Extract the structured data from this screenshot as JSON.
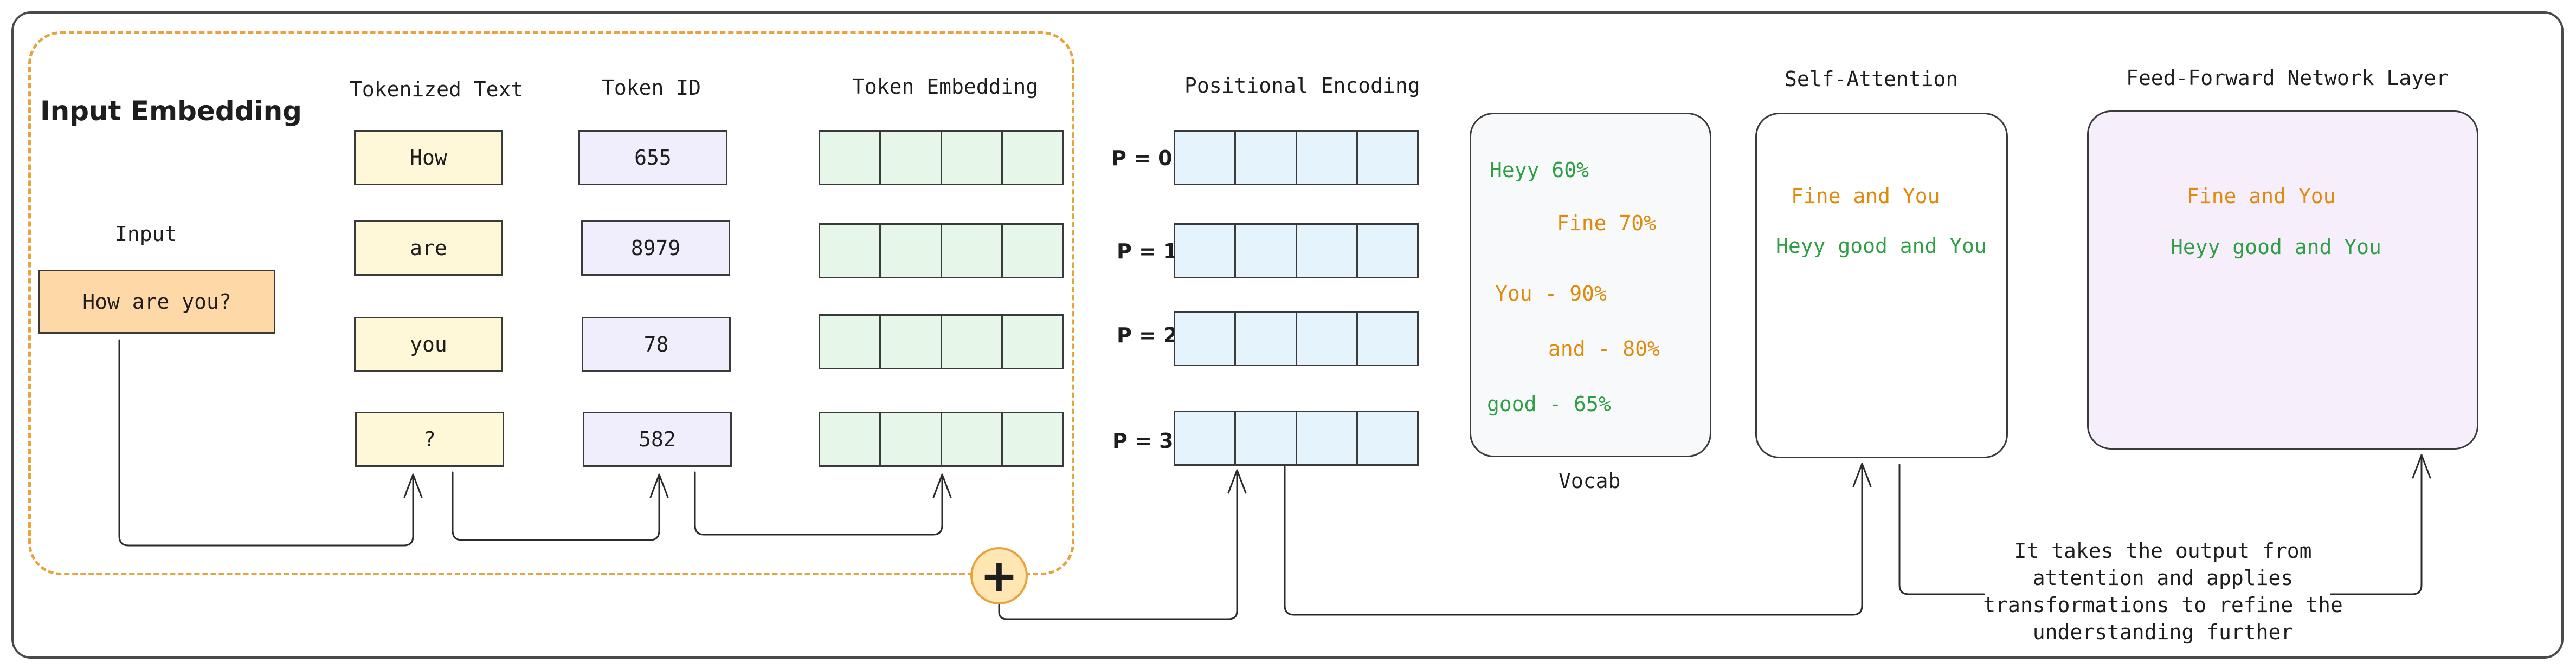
{
  "section_title": "Input Embedding",
  "headers": {
    "input": "Input",
    "tokenized_text": "Tokenized Text",
    "token_id": "Token ID",
    "token_embedding": "Token Embedding",
    "positional_encoding": "Positional Encoding",
    "self_attention": "Self-Attention",
    "feed_forward": "Feed-Forward Network Layer"
  },
  "input_text": "How are you?",
  "tokens": [
    "How",
    "are",
    "you",
    "?"
  ],
  "token_ids": [
    "655",
    "8979",
    "78",
    "582"
  ],
  "positions": [
    "P = 0",
    "P = 1",
    "P = 2",
    "P = 3"
  ],
  "vocab": {
    "label": "Vocab",
    "entries": [
      "Heyy 60%",
      "Fine 70%",
      "You - 90%",
      "and - 80%",
      "good - 65%"
    ]
  },
  "self_attention_lines": [
    "Fine and You",
    "Heyy good and You"
  ],
  "feed_forward_lines": [
    "Fine and You",
    "Heyy good and You"
  ],
  "ffn_description": "It takes the output from attention and applies transformations to refine the understanding further",
  "plus_symbol": "+",
  "colors": {
    "green": "#2f9e44",
    "orange": "#e08a0b",
    "dashed_border": "#e8a33e",
    "input_fill": "#ffd8a8",
    "token_fill": "#fff8d8",
    "token_id_fill": "#f0eefc",
    "embedding_fill": "#e6f6e9",
    "positional_fill": "#e4f3fc",
    "vocab_fill": "#f8f9fa",
    "ffn_fill": "#f7eefb"
  }
}
